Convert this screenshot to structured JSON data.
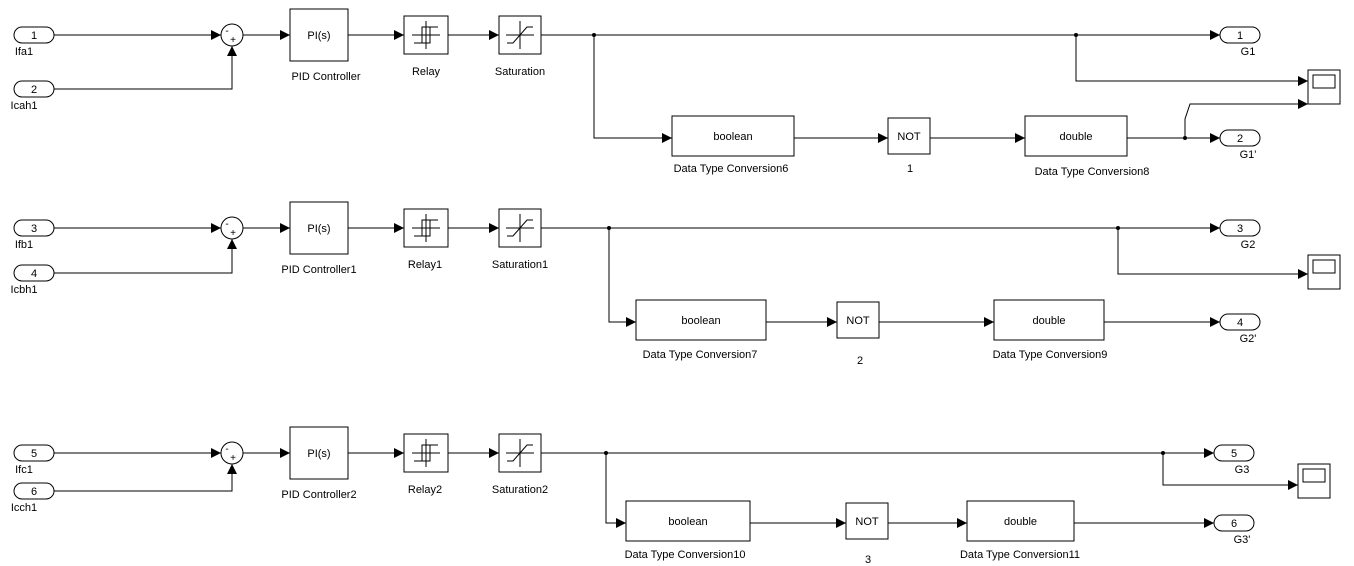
{
  "rows": [
    {
      "inports": [
        {
          "num": "1",
          "label": "Ifa1"
        },
        {
          "num": "2",
          "label": "Icah1"
        }
      ],
      "sum_signs": [
        "-",
        "+"
      ],
      "pid": {
        "text": "PI(s)",
        "label": "PID Controller"
      },
      "relay": {
        "label": "Relay"
      },
      "saturation": {
        "label": "Saturation"
      },
      "dtc_bool": {
        "text": "boolean",
        "label": "Data Type Conversion6"
      },
      "not": {
        "text": "NOT",
        "label": "1"
      },
      "dtc_double": {
        "text": "double",
        "label": "Data Type Conversion8"
      },
      "outports": [
        {
          "num": "1",
          "label": "G1"
        },
        {
          "num": "2",
          "label": "G1'"
        }
      ]
    },
    {
      "inports": [
        {
          "num": "3",
          "label": "Ifb1"
        },
        {
          "num": "4",
          "label": "Icbh1"
        }
      ],
      "sum_signs": [
        "-",
        "+"
      ],
      "pid": {
        "text": "PI(s)",
        "label": "PID Controller1"
      },
      "relay": {
        "label": "Relay1"
      },
      "saturation": {
        "label": "Saturation1"
      },
      "dtc_bool": {
        "text": "boolean",
        "label": "Data Type Conversion7"
      },
      "not": {
        "text": "NOT",
        "label": "2"
      },
      "dtc_double": {
        "text": "double",
        "label": "Data Type Conversion9"
      },
      "outports": [
        {
          "num": "3",
          "label": "G2"
        },
        {
          "num": "4",
          "label": "G2'"
        }
      ]
    },
    {
      "inports": [
        {
          "num": "5",
          "label": "Ifc1"
        },
        {
          "num": "6",
          "label": "Icch1"
        }
      ],
      "sum_signs": [
        "-",
        "+"
      ],
      "pid": {
        "text": "PI(s)",
        "label": "PID Controller2"
      },
      "relay": {
        "label": "Relay2"
      },
      "saturation": {
        "label": "Saturation2"
      },
      "dtc_bool": {
        "text": "boolean",
        "label": "Data Type Conversion10"
      },
      "not": {
        "text": "NOT",
        "label": "3"
      },
      "dtc_double": {
        "text": "double",
        "label": "Data Type Conversion11"
      },
      "outports": [
        {
          "num": "5",
          "label": "G3"
        },
        {
          "num": "6",
          "label": "G3'"
        }
      ]
    }
  ]
}
